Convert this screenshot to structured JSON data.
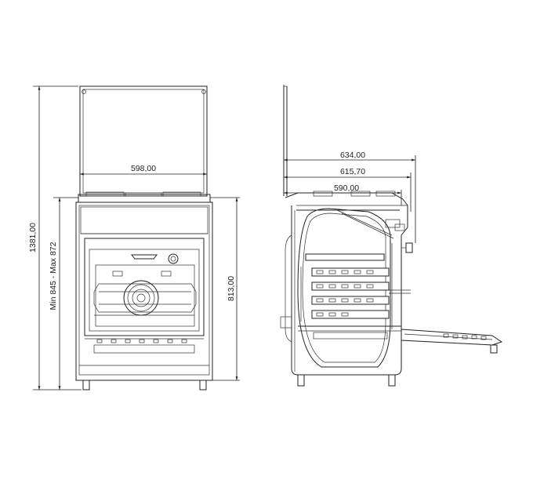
{
  "front_view": {
    "width_label": "598,00",
    "total_height_label": "1381,00",
    "height_label": "813,00",
    "adjustable_height_label": "Min 845 - Max 872"
  },
  "side_view": {
    "depth_overall_label": "634,00",
    "depth_middle_label": "615,70",
    "depth_body_label": "590,00"
  }
}
